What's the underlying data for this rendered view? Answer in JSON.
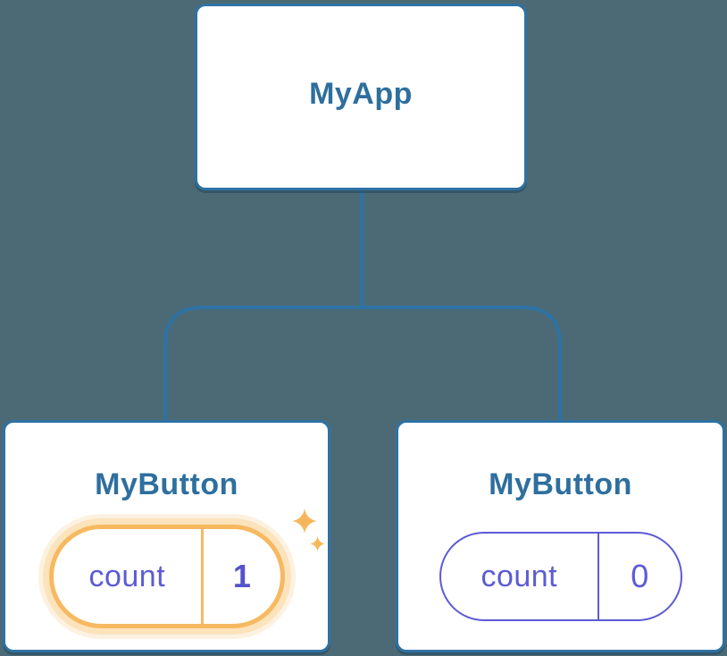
{
  "diagram": {
    "root": {
      "label": "MyApp"
    },
    "children": {
      "left": {
        "label": "MyButton",
        "state_key": "count",
        "state_value": "1",
        "highlighted": true
      },
      "right": {
        "label": "MyButton",
        "state_key": "count",
        "state_value": "0",
        "highlighted": false
      }
    }
  },
  "icons": {
    "sparkle": "four-point-star"
  },
  "colors": {
    "background": "#4B6A75",
    "card_bg": "#FFFFFF",
    "card_border": "#2E72A4",
    "connector": "#2E72A4",
    "title_text": "#2E6F9E",
    "state_text": "#5C5BD5",
    "state_value_highlight": "#5452CC",
    "state_pill_border": "#5C5BD5",
    "highlight_orange": "#F7B960",
    "highlight_glow": "#FBE3BC",
    "sparkle": "#F6B75C"
  }
}
